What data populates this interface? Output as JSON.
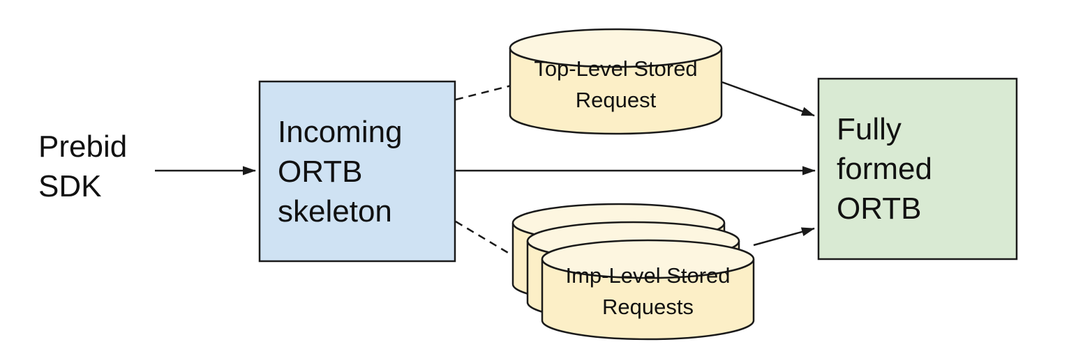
{
  "diagram": {
    "nodes": {
      "prebid_sdk": {
        "label": "Prebid\nSDK"
      },
      "incoming_ortb": {
        "label": "Incoming\nORTB\nskeleton",
        "fill": "#cfe2f3"
      },
      "top_level_stored_request": {
        "label": "Top-Level Stored\nRequest",
        "fill_body": "#fcefc7",
        "fill_top": "#fdf6e0"
      },
      "imp_level_stored_requests": {
        "label": "Imp-Level Stored\nRequests",
        "fill_body": "#fcefc7",
        "fill_top": "#fdf6e0"
      },
      "fully_formed_ortb": {
        "label": "Fully\nformed\nORTB",
        "fill": "#d9ead3"
      }
    },
    "colors": {
      "stroke": "#1a1a1a",
      "text": "#111111",
      "background": "#ffffff"
    },
    "edges": [
      {
        "from": "prebid-sdk",
        "to": "incoming-ortb-skeleton",
        "style": "solid-arrow"
      },
      {
        "from": "incoming-ortb-skeleton",
        "to": "top-level-stored-request",
        "style": "dashed"
      },
      {
        "from": "incoming-ortb-skeleton",
        "to": "imp-level-stored-requests",
        "style": "dashed"
      },
      {
        "from": "incoming-ortb-skeleton",
        "to": "fully-formed-ortb",
        "style": "solid-arrow"
      },
      {
        "from": "top-level-stored-request",
        "to": "fully-formed-ortb",
        "style": "solid-arrow"
      },
      {
        "from": "imp-level-stored-requests",
        "to": "fully-formed-ortb",
        "style": "solid-arrow"
      }
    ]
  }
}
